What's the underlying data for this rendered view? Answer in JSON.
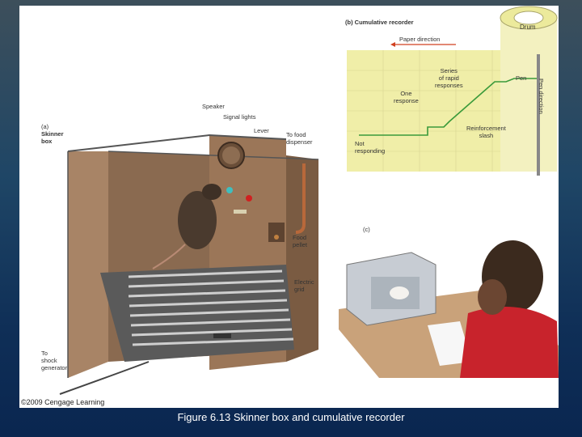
{
  "caption": "Figure 6.13  Skinner box and cumulative recorder",
  "copyright": "©2009 Cengage Learning",
  "panel_a": {
    "title_line1": "(a)",
    "title_line2": "Skinner",
    "title_line3": "box",
    "labels": {
      "speaker": "Speaker",
      "signal_lights": "Signal lights",
      "lever": "Lever",
      "to_food_1": "To food",
      "to_food_2": "dispenser",
      "food_1": "Food",
      "food_2": "pellet",
      "grid_1": "Electric",
      "grid_2": "grid",
      "shock_1": "To",
      "shock_2": "shock",
      "shock_3": "generator"
    }
  },
  "panel_b": {
    "title": "(b) Cumulative recorder",
    "drum": "Drum",
    "paper_direction": "Paper direction",
    "pen_direction": "Pen direction",
    "pen": "Pen",
    "series_1": "Series",
    "series_2": "of rapid",
    "series_3": "responses",
    "one_1": "One",
    "one_2": "response",
    "reinf_1": "Reinforcement",
    "reinf_2": "slash",
    "not_1": "Not",
    "not_2": "responding"
  },
  "panel_c": {
    "title": "(c)"
  }
}
